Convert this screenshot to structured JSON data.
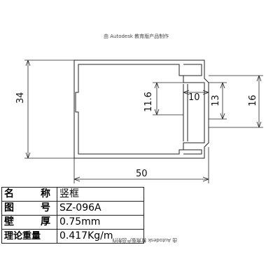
{
  "stamp_top": "由 Autodesk 教育版产品制作",
  "stamp_bottom": "由 Autodesk 教育版产品制作",
  "dimensions": {
    "height_34": "34",
    "width_50": "50",
    "slot_11_6": "11.6",
    "slot_10": "10",
    "slot_13": "13",
    "slot_16": "16"
  },
  "spec": {
    "name_label_1": "名",
    "name_label_2": "称",
    "name_value": "竖框",
    "code_label_1": "图",
    "code_label_2": "号",
    "code_value": "SZ-096A",
    "thick_label_1": "壁",
    "thick_label_2": "厚",
    "thick_value": "0.75mm",
    "weight_label": "理论重量",
    "weight_value": "0.417Kg/m"
  }
}
